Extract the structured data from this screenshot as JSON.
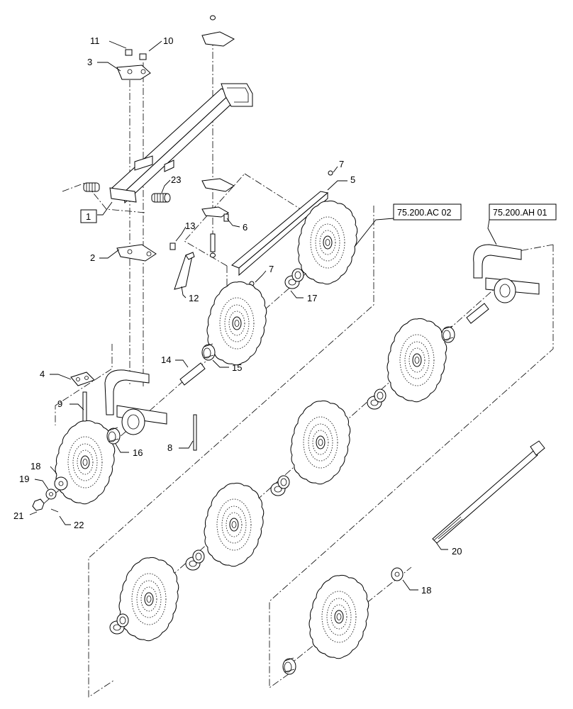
{
  "callouts": {
    "c1": "1",
    "c2": "2",
    "c3": "3",
    "c4": "4",
    "c5": "5",
    "c6": "6",
    "c7a": "7",
    "c7b": "7",
    "c8": "8",
    "c9": "9",
    "c10": "10",
    "c11": "11",
    "c12": "12",
    "c13": "13",
    "c14": "14",
    "c15": "15",
    "c16": "16",
    "c17": "17",
    "c18a": "18",
    "c18b": "18",
    "c19": "19",
    "c20": "20",
    "c21": "21",
    "c22": "22",
    "c23": "23"
  },
  "references": {
    "ref_ac": "75.200.AC 02",
    "ref_ah": "75.200.AH 01"
  },
  "disc_count": 8
}
